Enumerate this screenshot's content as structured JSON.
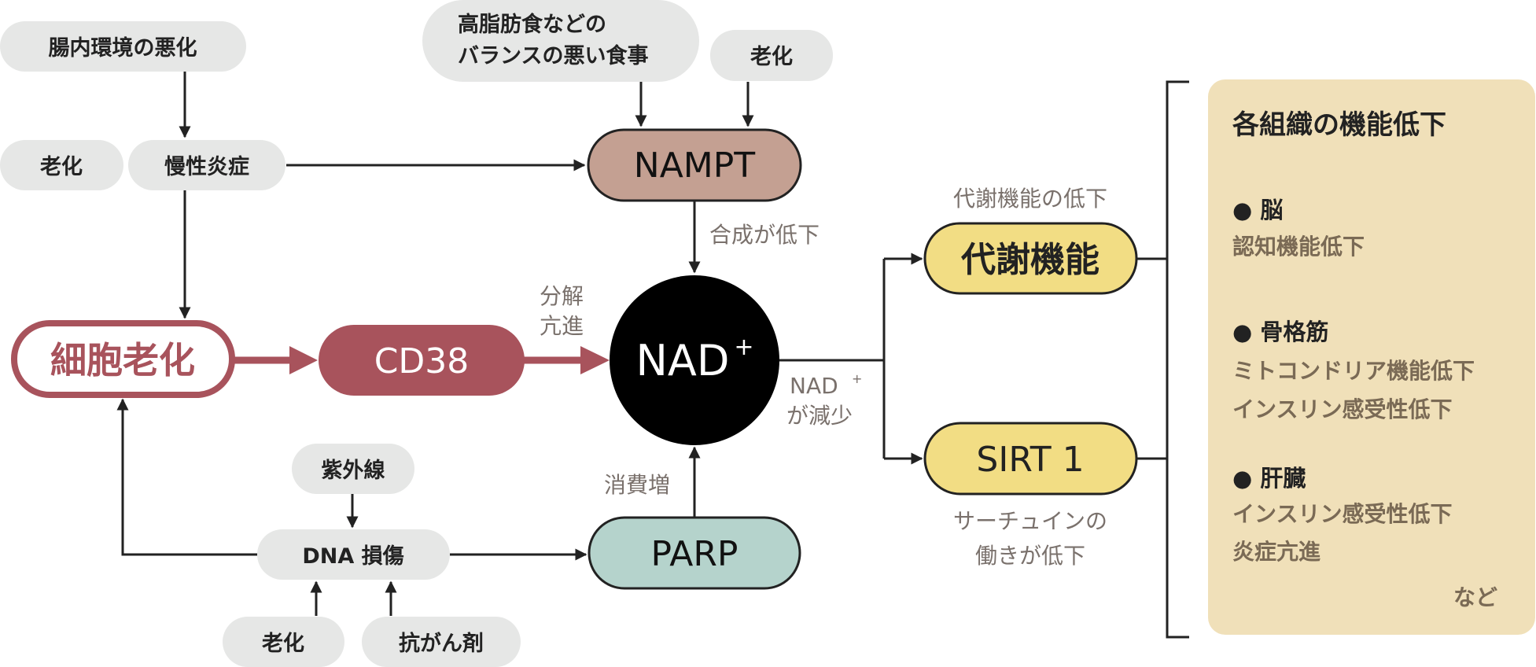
{
  "colors": {
    "grey_pill": "#e6e7e6",
    "nampt": "#c4a092",
    "cd38": "#a8535c",
    "senescence_border": "#a8535c",
    "nad": "#000000",
    "parp": "#b5d3cc",
    "yellow": "#f2dd84",
    "panel": "#f0e0b9",
    "label_grey": "#7a716c",
    "panel_sub": "#7a6a55"
  },
  "nodes": {
    "gut": "腸内環境の悪化",
    "aging_left": "老化",
    "inflammation": "慢性炎症",
    "diet_line1": "高脂肪食などの",
    "diet_line2": "バランスの悪い食事",
    "aging_top": "老化",
    "nampt": "NAMPT",
    "senescence": "細胞老化",
    "cd38": "CD38",
    "nad": "NAD",
    "nad_sup": "+",
    "uv": "紫外線",
    "dna": "DNA 損傷",
    "aging_bottom": "老化",
    "anticancer": "抗がん剤",
    "parp": "PARP",
    "metabolism": "代謝機能",
    "sirt1": "SIRT 1"
  },
  "labels": {
    "synthesis_down": "合成が低下",
    "degradation_line1": "分解",
    "degradation_line2": "亢進",
    "consumption_up": "消費増",
    "nad_decrease_line1": "NAD",
    "nad_decrease_sup": "+",
    "nad_decrease_line2": "が減少",
    "metabolism_down": "代謝機能の低下",
    "sirtuin_line1": "サーチュインの",
    "sirtuin_line2": "働きが低下"
  },
  "panel": {
    "title": "各組織の機能低下",
    "sections": [
      {
        "heading": "● 脳",
        "items": [
          "認知機能低下"
        ]
      },
      {
        "heading": "● 骨格筋",
        "items": [
          "ミトコンドリア機能低下",
          "インスリン感受性低下"
        ]
      },
      {
        "heading": "● 肝臓",
        "items": [
          "インスリン感受性低下",
          "炎症亢進"
        ]
      }
    ],
    "footer": "など"
  }
}
